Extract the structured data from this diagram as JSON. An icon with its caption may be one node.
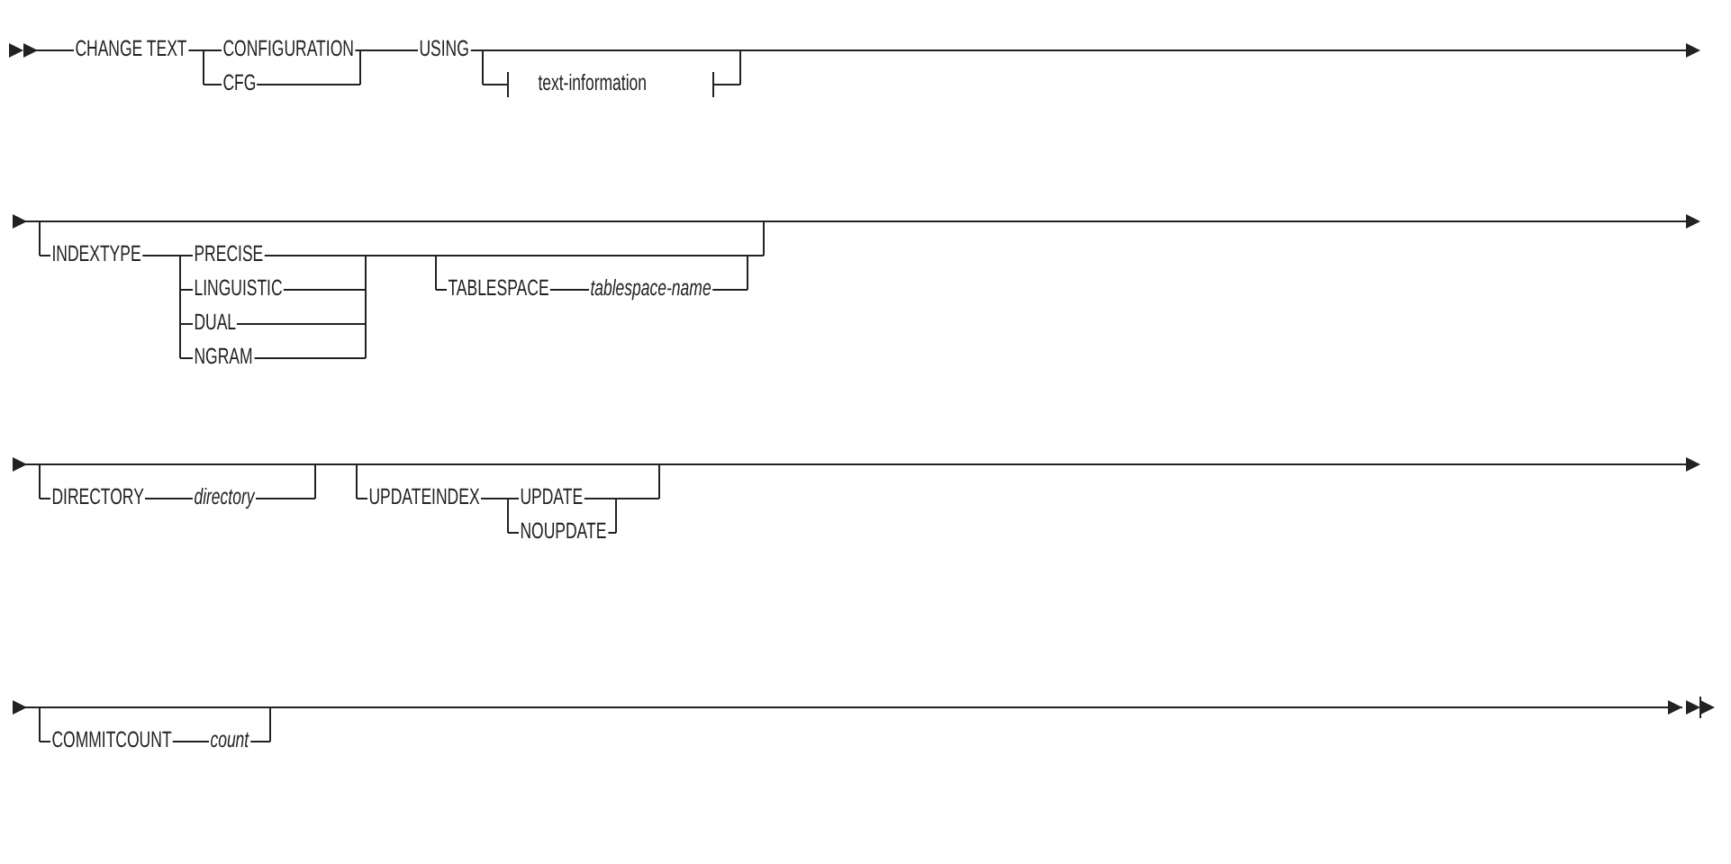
{
  "diagram": {
    "labels": [
      "CHANGE TEXT",
      "CONFIGURATION",
      "CFG",
      "USING",
      "text-information",
      "INDEXTYPE",
      "PRECISE",
      "LINGUISTIC",
      "DUAL",
      "NGRAM",
      "TABLESPACE",
      "tablespace-name",
      "DIRECTORY",
      "directory",
      "UPDATEINDEX",
      "UPDATE",
      "NOUPDATE",
      "COMMITCOUNT",
      "count"
    ]
  }
}
